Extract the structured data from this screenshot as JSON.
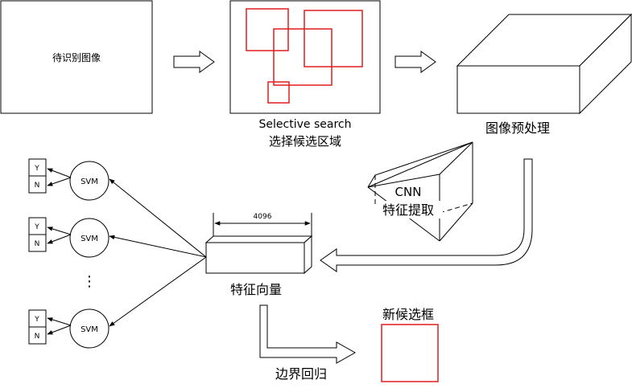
{
  "input_image_label": "待识别图像",
  "selective_search": {
    "label_line1": "Selective search",
    "label_line2": "选择候选区域",
    "region_color": "#e31c1c"
  },
  "preprocess_label": "图像预处理",
  "cnn": {
    "label_line1": "CNN",
    "label_line2": "特征提取"
  },
  "feature": {
    "dimension_label": "4096",
    "label": "特征向量"
  },
  "svm_label": "SVM",
  "decision_yes": "Y",
  "decision_no": "N",
  "ellipsis": "⋮",
  "bbox_regression_label": "边界回归",
  "new_candidate": {
    "label": "新候选框",
    "color": "#e31c1c"
  }
}
